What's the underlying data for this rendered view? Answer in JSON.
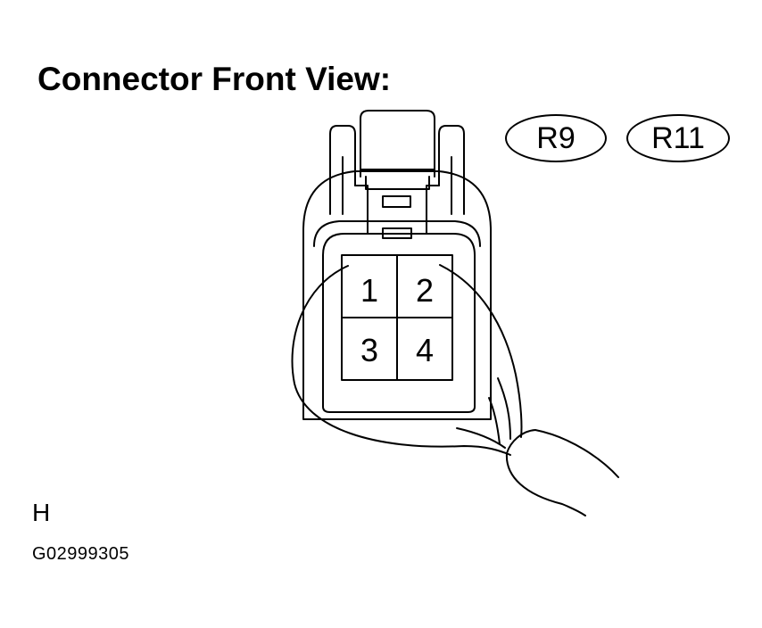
{
  "title": "Connector Front View:",
  "connector_codes": [
    "R9",
    "R11"
  ],
  "pins": [
    {
      "number": "1"
    },
    {
      "number": "2"
    },
    {
      "number": "3"
    },
    {
      "number": "4"
    }
  ],
  "footer_letter": "H",
  "figure_id": "G02999305",
  "colors": {
    "line": "#000000",
    "background": "#ffffff"
  }
}
